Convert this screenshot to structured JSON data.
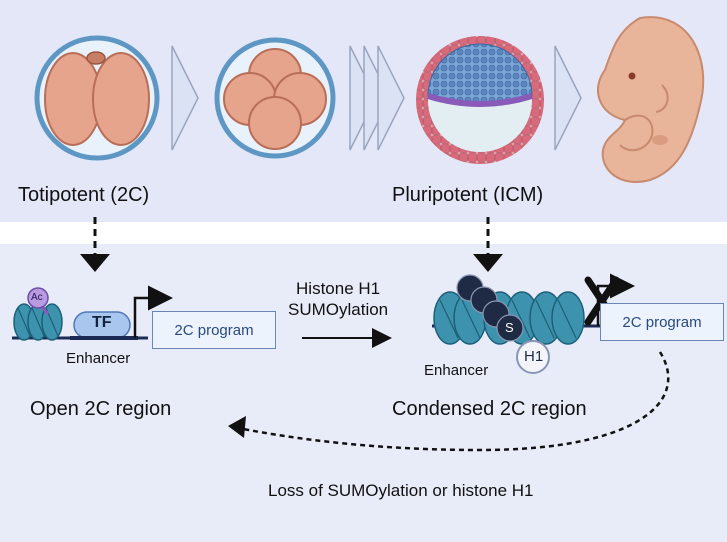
{
  "labels": {
    "totipotent": "Totipotent (2C)",
    "pluripotent": "Pluripotent (ICM)",
    "process": "Histone H1\nSUMOylation",
    "enhancer_left": "Enhancer",
    "enhancer_right": "Enhancer",
    "open_region": "Open 2C region",
    "condensed_region": "Condensed 2C region",
    "loss": "Loss of SUMOylation or histone H1",
    "program_left": "2C program",
    "program_right": "2C program",
    "tf": "TF",
    "ac": "Ac",
    "h1": "H1",
    "sumo": "S"
  },
  "colors": {
    "top_panel": "#e3e7f8",
    "bottom_panel": "#e8ecf9",
    "nucleosome": "#3d93ad",
    "sumo": "#1f2a44",
    "tf": "#a9c6ee",
    "embryo": "#e8b59a"
  }
}
